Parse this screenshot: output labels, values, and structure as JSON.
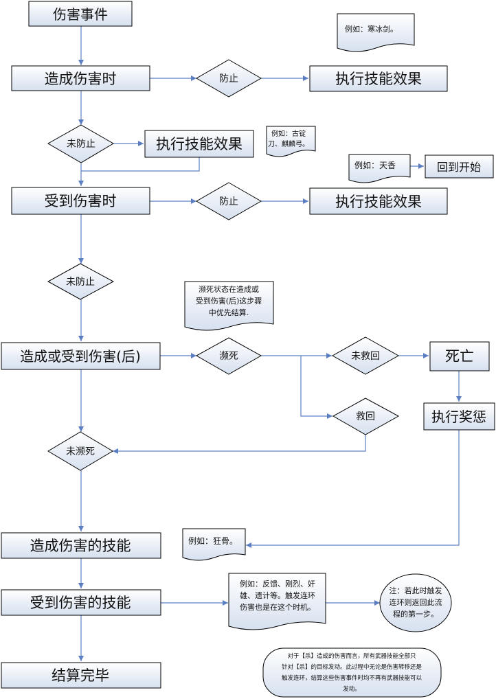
{
  "colors": {
    "box_fill_top": "#ffffff",
    "box_fill_bottom": "#d6e0ef",
    "stroke": "#000000",
    "arrow": "#5b7fc2"
  },
  "boxes": {
    "damage_event": "伤害事件",
    "cause_damage": "造成伤害时",
    "exec_skill_1": "执行技能效果",
    "exec_skill_2": "执行技能效果",
    "take_damage": "受到伤害时",
    "exec_skill_3": "执行技能效果",
    "back_to_start": "回到开始",
    "after_damage": "造成或受到伤害(后)",
    "death": "死亡",
    "reward_punish": "执行奖惩",
    "cause_skill": "造成伤害的技能",
    "take_skill": "受到伤害的技能",
    "settle_done": "结算完毕"
  },
  "diamonds": {
    "prevent_1": "防止",
    "not_prevent_1": "未防止",
    "prevent_2": "防止",
    "not_prevent_2": "未防止",
    "dying": "濒死",
    "not_rescued": "未救回",
    "rescued": "救回",
    "not_dying": "未濒死"
  },
  "notes": {
    "hanbing": "例如：寒冰剑。",
    "guding": [
      "例如：古锭",
      "刀、麒麟弓。"
    ],
    "tianxiang": "例如：天香",
    "dying_note": [
      "濒死状态在造成或",
      "受到伤害(后)这步骤",
      "中优先结算."
    ],
    "kuanggu": "例如：狂骨。",
    "feedback": [
      "例如：反馈、刚烈、奸",
      "雄、遗计等。触发连环",
      "伤害也是在这个时机。"
    ],
    "loop_note": [
      "注：若此时触发",
      "连环则返回此流",
      "程的第一步。"
    ],
    "sha_note": [
      "对于【杀】造成的伤害而言，所有武器技能全部只",
      "针对【杀】的目标发动。此过程中无论是伤害转移还是",
      "触发连环，结算这些伤害事件时均不再有武器技能可以",
      "发动。"
    ]
  }
}
